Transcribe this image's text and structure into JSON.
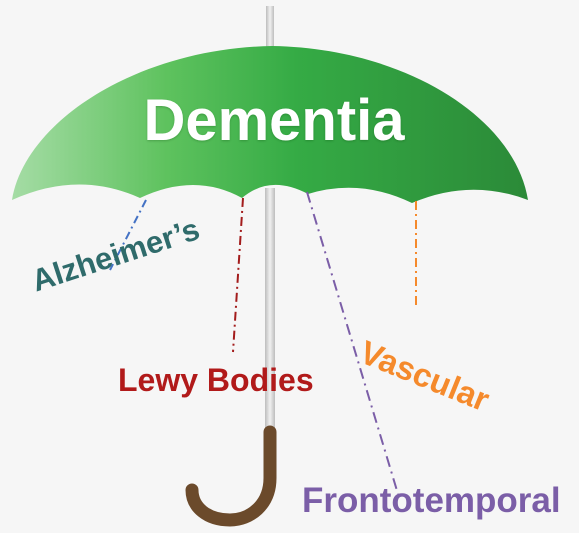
{
  "title": "Dementia",
  "colors": {
    "canopy_light": "#8fd18f",
    "canopy_mid": "#3aad48",
    "canopy_dark": "#2e8b3a",
    "shaft": "#d9d9d9",
    "handle": "#6b4a2b",
    "background": "#f6f6f6"
  },
  "types": [
    {
      "key": "alzheimers",
      "label": "Alzheimer’s",
      "color": "#2f6b6b",
      "line_color": "#4472c4"
    },
    {
      "key": "lewy",
      "label": "Lewy Bodies",
      "color": "#b11a1a",
      "line_color": "#a31c1c"
    },
    {
      "key": "vascular",
      "label": "Vascular",
      "color": "#f58a2c",
      "line_color": "#f58a2c"
    },
    {
      "key": "frontotemporal",
      "label": "Frontotemporal",
      "color": "#7b5ea7",
      "line_color": "#7b5ea7"
    }
  ]
}
